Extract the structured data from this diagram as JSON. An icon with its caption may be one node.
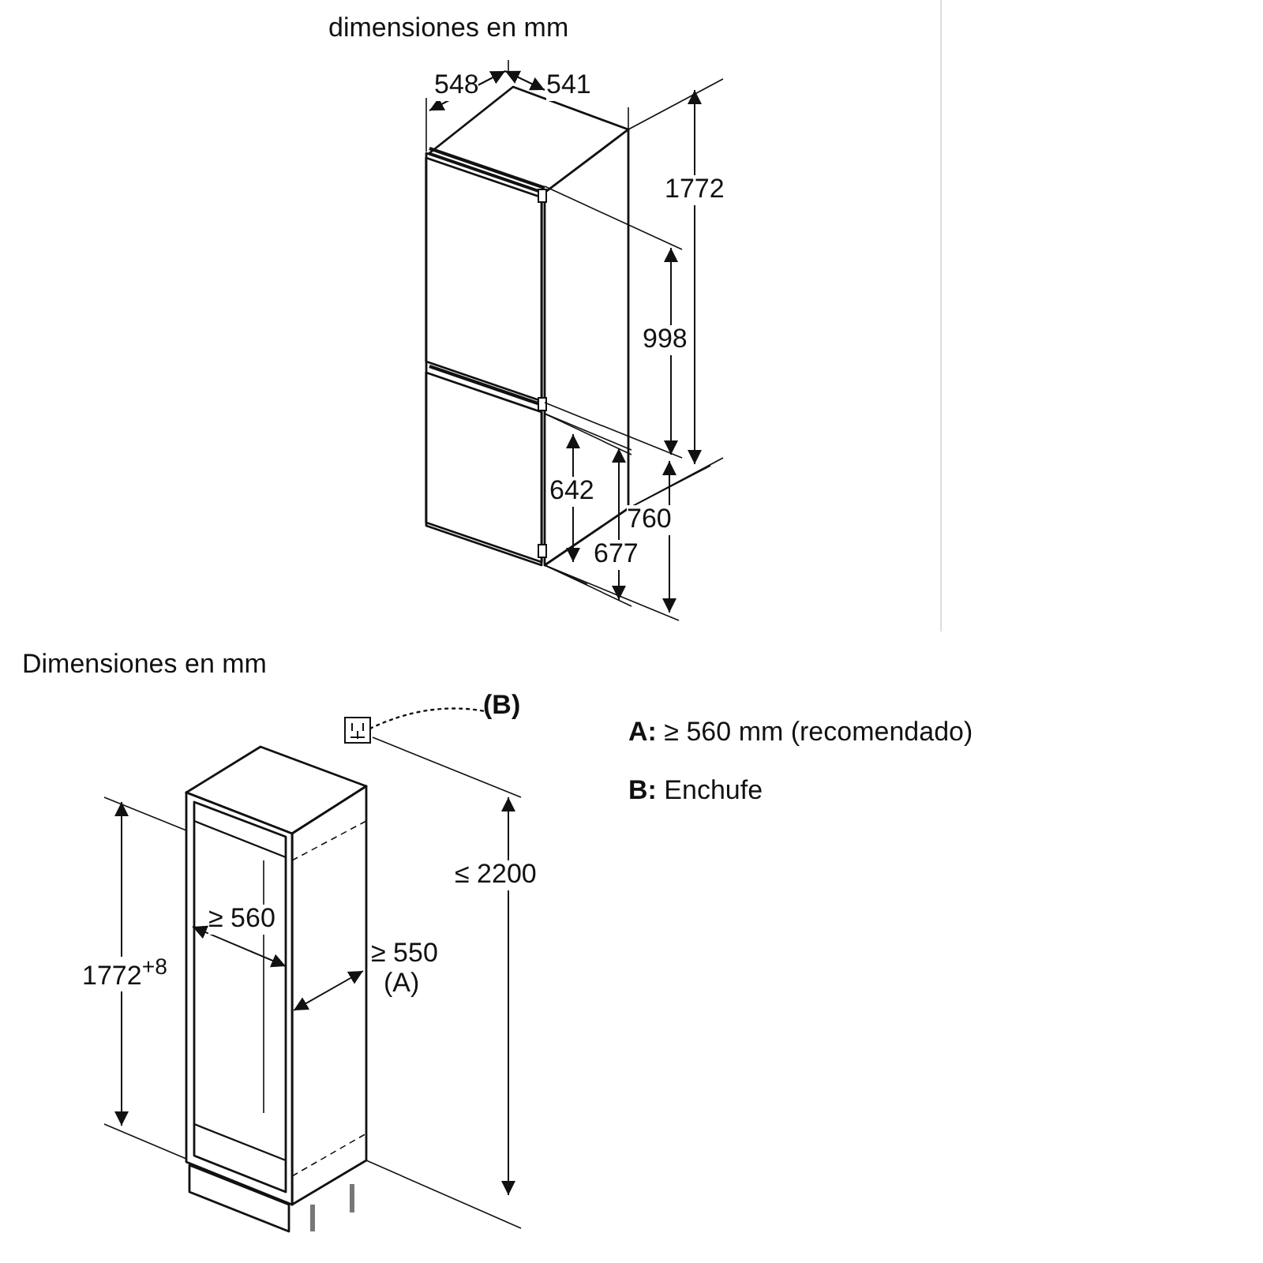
{
  "diagram": {
    "nodes": [
      {
        "text": [
          "(B)"
        ]
      },
      {
        "text": [],
        "shape": "picture"
      }
    ],
    "edges": [
      {
        "from": 0,
        "to": 1,
        "arrow": "none",
        "style": "dashed"
      }
    ],
    "labels": [
      "dimensiones en mm",
      "548",
      "541",
      "1772",
      "998",
      "642",
      "760",
      "677",
      "Dimensiones en mm",
      "≤ 2200",
      "≥ 560",
      "1772$^{+8}$",
      "≥ 550",
      "(A)",
      "**A:** ≥ 560 mm (recomendado)",
      "**B:** Enchufe"
    ]
  }
}
